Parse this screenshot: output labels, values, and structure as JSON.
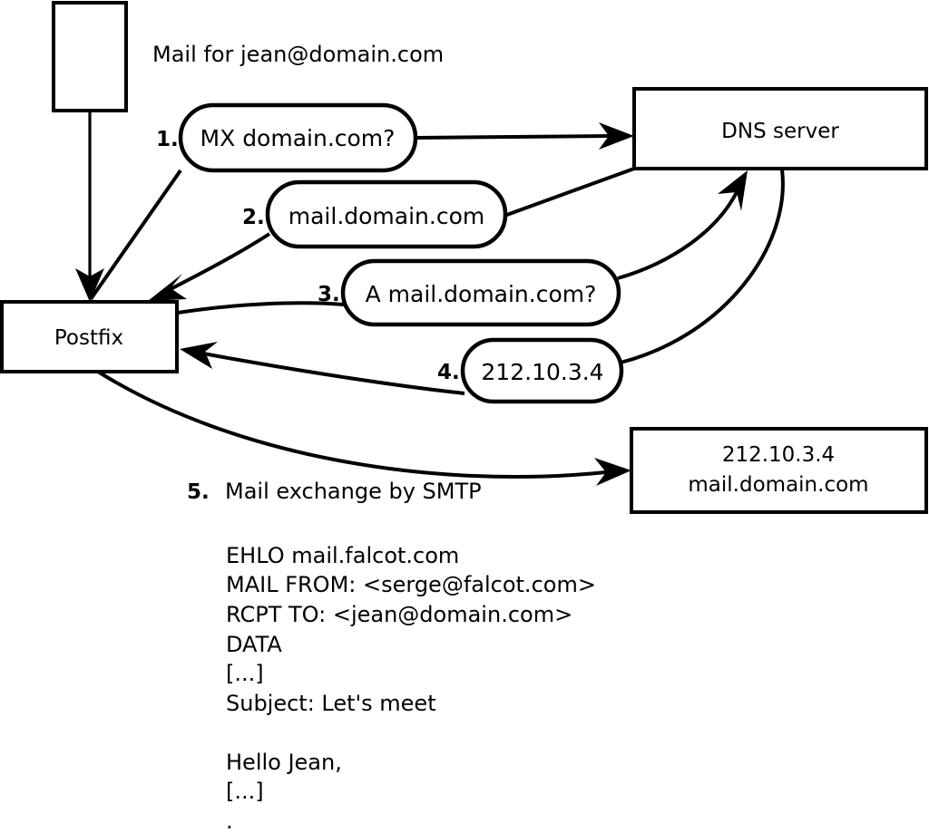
{
  "diagram": {
    "title_caption": "Mail for jean@domain.com",
    "nodes": [
      {
        "id": "sender",
        "label": ""
      },
      {
        "id": "postfix",
        "label": "Postfix"
      },
      {
        "id": "dns",
        "label": "DNS server"
      },
      {
        "id": "target_line1",
        "label": "212.10.3.4"
      },
      {
        "id": "target_line2",
        "label": "mail.domain.com"
      }
    ],
    "steps": [
      {
        "number": "1.",
        "label": "MX domain.com?"
      },
      {
        "number": "2.",
        "label": "mail.domain.com"
      },
      {
        "number": "3.",
        "label": "A mail.domain.com?"
      },
      {
        "number": "4.",
        "label": "212.10.3.4"
      }
    ],
    "smtp_step": {
      "number": "5.",
      "label": "Mail exchange by SMTP"
    },
    "smtp_transcript": [
      "EHLO mail.falcot.com",
      "MAIL FROM: <serge@falcot.com>",
      "RCPT TO: <jean@domain.com>",
      "DATA",
      "[...]",
      "Subject: Let's meet",
      "",
      "Hello Jean,",
      "[...]",
      "."
    ],
    "colors": {
      "stroke": "#000000",
      "fill": "#ffffff",
      "background": "#ffffff"
    }
  }
}
